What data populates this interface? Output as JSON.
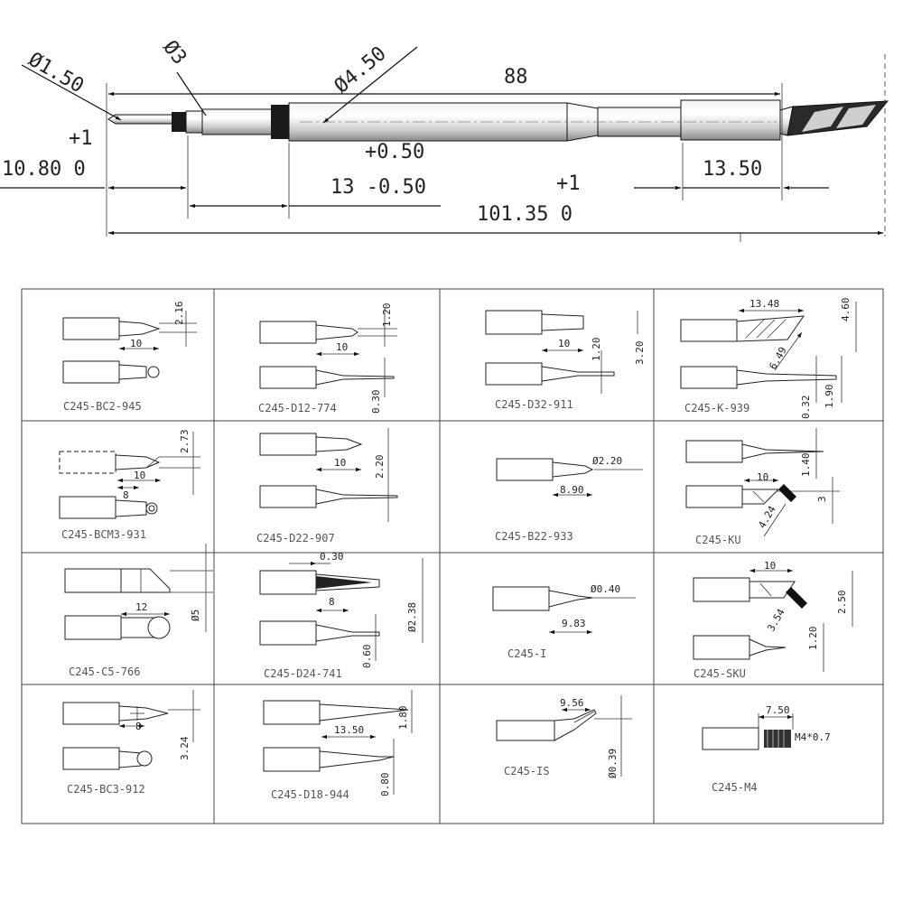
{
  "main_drawing": {
    "dims": {
      "d150": "Ø1.50",
      "d3": "Ø3",
      "d450": "Ø4.50",
      "len88": "88",
      "len1080_tol": "+1",
      "len1080": "10.80  0",
      "len13_tol": "+0.50",
      "len13": "13 -0.50",
      "len10135_tol": "+1",
      "len10135": "101.35  0",
      "len1350": "13.50"
    }
  },
  "tips_table": {
    "cells": [
      {
        "caption": "C245-BC2-945",
        "dims": [
          "2.16",
          "10"
        ]
      },
      {
        "caption": "C245-D12-774",
        "dims": [
          "1.20",
          "10",
          "0.30"
        ]
      },
      {
        "caption": "C245-D32-911",
        "dims": [
          "10",
          "1.20",
          "3.20"
        ]
      },
      {
        "caption": "C245-K-939",
        "dims": [
          "13.48",
          "4.60",
          "6.49",
          "0.32",
          "1.90"
        ]
      },
      {
        "caption": "C245-BCM3-931",
        "dims": [
          "2.73",
          "10",
          "8"
        ]
      },
      {
        "caption": "C245-D22-907",
        "dims": [
          "10",
          "2.20"
        ]
      },
      {
        "caption": "C245-B22-933",
        "dims": [
          "Ø2.20",
          "8.90"
        ]
      },
      {
        "caption": "C245-KU",
        "dims": [
          "1.40",
          "10",
          "3",
          "4.24"
        ]
      },
      {
        "caption": "C245-C5-766",
        "dims": [
          "12",
          "Ø5"
        ]
      },
      {
        "caption": "C245-D24-741",
        "dims": [
          "0.30",
          "8",
          "Ø2.38",
          "0.60"
        ]
      },
      {
        "caption": "C245-I",
        "dims": [
          "Ø0.40",
          "9.83"
        ]
      },
      {
        "caption": "C245-SKU",
        "dims": [
          "10",
          "2.50",
          "3.54",
          "1.20"
        ]
      },
      {
        "caption": "C245-BC3-912",
        "dims": [
          "8",
          "3.24"
        ]
      },
      {
        "caption": "C245-D18-944",
        "dims": [
          "13.50",
          "1.80",
          "0.80"
        ]
      },
      {
        "caption": "C245-IS",
        "dims": [
          "9.56",
          "Ø0.39"
        ]
      },
      {
        "caption": "C245-M4",
        "dims": [
          "7.50",
          "M4*0.7"
        ]
      }
    ]
  }
}
